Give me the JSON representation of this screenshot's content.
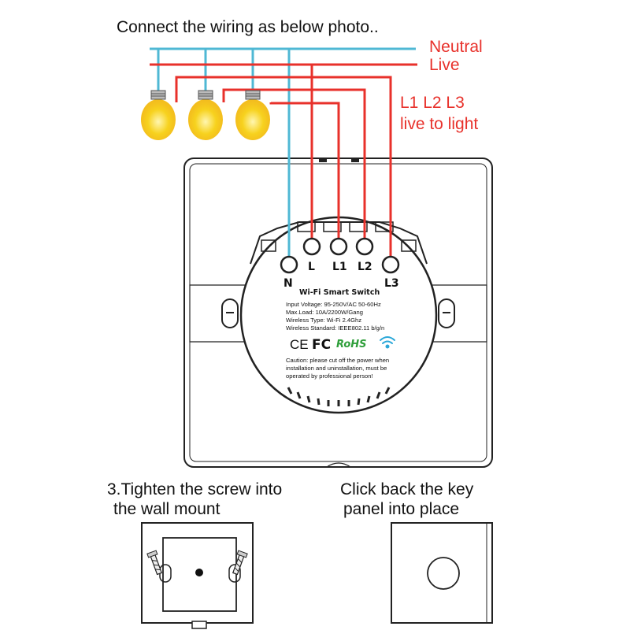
{
  "instructions": {
    "heading": "Connect the wiring as below photo..",
    "step3_line1": "3.Tighten the screw into",
    "step3_line2": "the wall mount",
    "step4_line1": "Click back the key",
    "step4_line2": "panel into place"
  },
  "wires": {
    "neutral_label": "Neutral",
    "live_label": "Live",
    "lines_label": "L1 L2 L3",
    "lines_sublabel": "live to light",
    "neutral_color": "#4fb8d4",
    "live_color": "#e8312b"
  },
  "terminals": [
    "N",
    "L",
    "L1",
    "L2",
    "L3"
  ],
  "module": {
    "title": "Wi-Fi Smart Switch",
    "specs": [
      "Input Voltage: 95-250V/AC 50-60Hz",
      "Max.Load: 10A/2200W/Gang",
      "Wireless Type: Wi-Fi 2.4Ghz",
      "Wireless Standard: IEEE802.11 b/g/n"
    ],
    "cert_ce": "CE",
    "cert_fc": "FC",
    "cert_rohs": "RoHS",
    "caution": [
      "Caution: please cut off the power when",
      "installation and uninstallation, must be",
      "operated by professional person!"
    ]
  },
  "colors": {
    "bulb_fill": "#f7d21e",
    "bulb_glow": "#fbe98a",
    "rohs_green": "#2e9e3a",
    "wifi_blue": "#2aa7d8",
    "outline": "#222222"
  },
  "icons": [
    "light-bulb-icon",
    "wifi-icon",
    "screw-icon"
  ]
}
